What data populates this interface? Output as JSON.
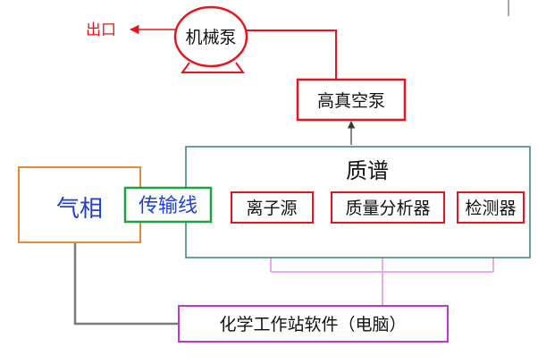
{
  "nodes": {
    "outlet": {
      "label": "出口"
    },
    "mechanical_pump": {
      "label": "机械泵"
    },
    "high_vacuum_pump": {
      "label": "高真空泵"
    },
    "mass_spec": {
      "label": "质谱"
    },
    "gas_phase": {
      "label": "气相"
    },
    "transfer_line": {
      "label": "传输线"
    },
    "ion_source": {
      "label": "离子源"
    },
    "mass_analyzer": {
      "label": "质量分析器"
    },
    "detector": {
      "label": "检测器"
    },
    "workstation": {
      "label": "化学工作站软件（电脑）"
    }
  },
  "colors": {
    "red": "#e8141c",
    "teal_border": "#3f7f7c",
    "orange_border": "#e58a3b",
    "green_border": "#18a53a",
    "purple_border": "#c03ac9",
    "pink_line": "#e8a9ee",
    "gray_line": "#7a7a7a",
    "blue_text": "#1f3fd6",
    "dark_text": "#111111"
  }
}
